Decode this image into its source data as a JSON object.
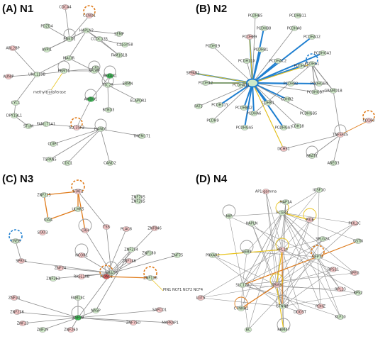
{
  "figure": {
    "panels": [
      {
        "id": "N1",
        "title": "(A) N1"
      },
      {
        "id": "N2",
        "title": "(B) N2"
      },
      {
        "id": "N3",
        "title": "(C) N3"
      },
      {
        "id": "N4",
        "title": "(D) N4"
      }
    ]
  },
  "colors": {
    "node_green": "#cfe9c8",
    "node_green_dark": "#3dbb55",
    "node_pink": "#f5c6c6",
    "node_red": "#e06060",
    "edge_gray": "#8a8a8a",
    "edge_blue": "#1f7fd0",
    "edge_yellow": "#e8c21a",
    "edge_orange": "#e07b1a",
    "outline_gray": "#9a9a9a"
  },
  "n1": {
    "labels": [
      "CDCA4",
      "CCND1",
      "PDZD4",
      "ENKD1",
      "HAPLN2",
      "SEMP",
      "CCDC135",
      "AVPI1",
      "PRMT1",
      "C21orf58",
      "MACIR",
      "FAM161B",
      "ARL2BP",
      "UNC119B",
      "AUNIP",
      "CFD",
      "SPDEF",
      "PRKAA1",
      "TTC25",
      "ERMN",
      "methyltransferase",
      "AMDO1",
      "ELAPOR2",
      "BTBD3",
      "CYC1",
      "DPY19L1",
      "STUM",
      "FAM171A1",
      "SLC35F2",
      "HAND1",
      "CDIP1",
      "TMEM171",
      "TSPAN5",
      "CDC1",
      "CAND2"
    ]
  },
  "n2": {
    "labels": [
      "PCDHB5",
      "PCDHB11",
      "PCDHB8",
      "PCDHA8",
      "PCDHA12",
      "PCDHB9",
      "PCDH19",
      "PCDHB1",
      "PCDHGA3",
      "PCDH11X",
      "PCDHAC2",
      "PCDHA2",
      "PCDHA1",
      "SPPAR1",
      "PCDH12",
      "PCDHA11",
      "PCDHB2",
      "PCDHGB4",
      "PCDHGB7",
      "CDHR2",
      "GRAMD1B",
      "FAT3",
      "PCDH11Y",
      "PCDHB12",
      "PCDHGB5",
      "CDHR1",
      "PCDHA6",
      "PCDH9",
      "PCDHGA5",
      "PCDHGA7",
      "CDH18",
      "CD160",
      "TNFSF15",
      "DCHS1",
      "BRAT1",
      "AREG3"
    ]
  },
  "n3": {
    "labels": [
      "ZNF215",
      "STAT1",
      "ZNF705",
      "ZNF205",
      "ULMK5",
      "KIAA",
      "STAT3",
      "TSS",
      "CRH",
      "PLAC8",
      "ZNF846",
      "CREB",
      "SPRY4",
      "ZNF254",
      "ZNF75",
      "ZNF74",
      "SMAD3",
      "HDAC2",
      "ZNF180",
      "NCOR1",
      "ZNF146",
      "ZNF136",
      "ZNF263",
      "FAM13C",
      "PIN1 NCF1 NCF2 NCF4",
      "RASL10B",
      "ZNF24",
      "ZNF226",
      "ZNF23",
      "NASP",
      "ZNF99",
      "SAPCD1",
      "ZNF75D",
      "MAPKAP1",
      "ZNF29",
      "ZNF260"
    ]
  },
  "n4": {
    "labels": [
      "AP1 gamma",
      "IGSF10",
      "MAP1A",
      "MIP",
      "PIGE",
      "PKIL2C",
      "HAPLN",
      "FCGR3",
      "SPLG2A",
      "GSTN",
      "PRKAR2",
      "GEB1",
      "RPL10",
      "GFPT2",
      "RPS11",
      "SLC17A",
      "RBM3",
      "SPEG",
      "LGTS",
      "RPL23",
      "RPS2",
      "CTNNA2",
      "CTNNB",
      "PDHZ",
      "DDOST",
      "KLF10",
      "RBM47",
      "BC"
    ]
  }
}
